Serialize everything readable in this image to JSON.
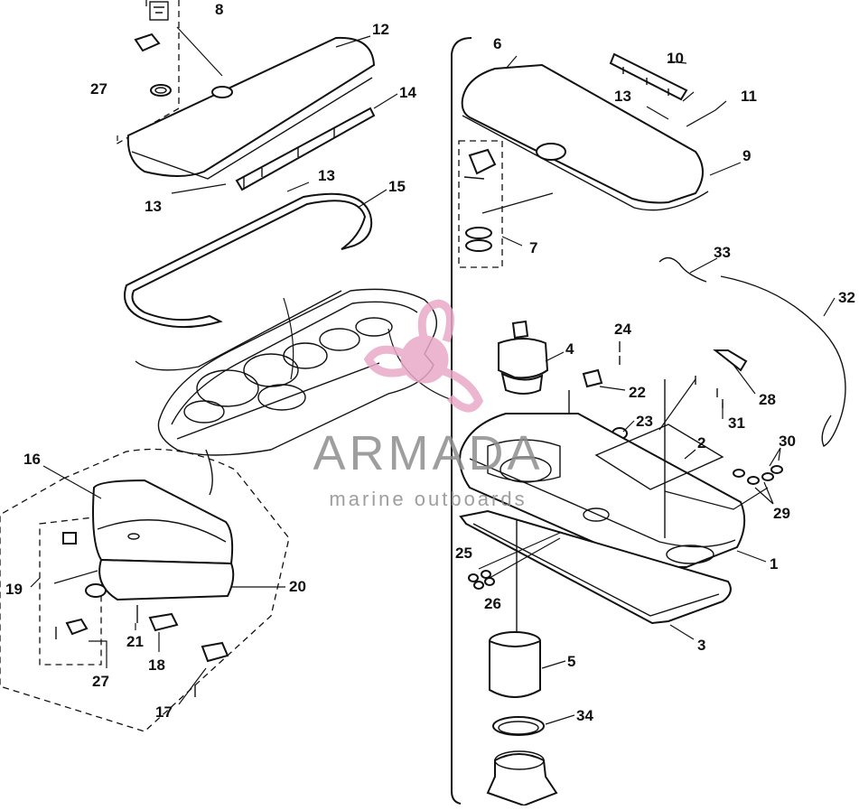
{
  "watermark": {
    "title": "ARMADA",
    "subtitle": "marine outboards",
    "accent_color": "#e9a9c8"
  },
  "callouts": [
    {
      "id": "8",
      "label": "8"
    },
    {
      "id": "12",
      "label": "12"
    },
    {
      "id": "27a",
      "label": "27"
    },
    {
      "id": "14",
      "label": "14"
    },
    {
      "id": "13a",
      "label": "13"
    },
    {
      "id": "13b",
      "label": "13"
    },
    {
      "id": "15",
      "label": "15"
    },
    {
      "id": "6",
      "label": "6"
    },
    {
      "id": "10",
      "label": "10"
    },
    {
      "id": "13c",
      "label": "13"
    },
    {
      "id": "11",
      "label": "11"
    },
    {
      "id": "9",
      "label": "9"
    },
    {
      "id": "7",
      "label": "7"
    },
    {
      "id": "33",
      "label": "33"
    },
    {
      "id": "32",
      "label": "32"
    },
    {
      "id": "24",
      "label": "24"
    },
    {
      "id": "4",
      "label": "4"
    },
    {
      "id": "22",
      "label": "22"
    },
    {
      "id": "23",
      "label": "23"
    },
    {
      "id": "28",
      "label": "28"
    },
    {
      "id": "31",
      "label": "31"
    },
    {
      "id": "30",
      "label": "30"
    },
    {
      "id": "2",
      "label": "2"
    },
    {
      "id": "29",
      "label": "29"
    },
    {
      "id": "1",
      "label": "1"
    },
    {
      "id": "3",
      "label": "3"
    },
    {
      "id": "25",
      "label": "25"
    },
    {
      "id": "26",
      "label": "26"
    },
    {
      "id": "5",
      "label": "5"
    },
    {
      "id": "34",
      "label": "34"
    },
    {
      "id": "16",
      "label": "16"
    },
    {
      "id": "19",
      "label": "19"
    },
    {
      "id": "20",
      "label": "20"
    },
    {
      "id": "21",
      "label": "21"
    },
    {
      "id": "18",
      "label": "18"
    },
    {
      "id": "27b",
      "label": "27"
    },
    {
      "id": "17",
      "label": "17"
    }
  ]
}
